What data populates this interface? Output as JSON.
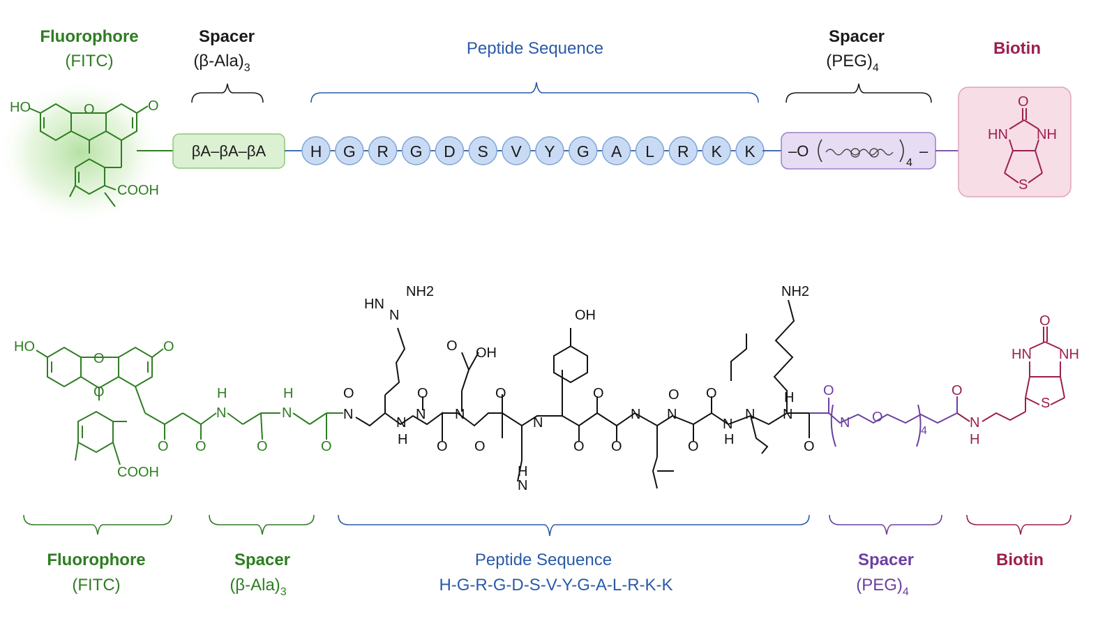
{
  "colors": {
    "fluorophore": "#2e7d22",
    "spacer_beta": "#1a1a1a",
    "peptide": "#2a5aa8",
    "spacer_peg": "#6b3fa0",
    "biotin": "#9c1e4e",
    "structure": "#111111"
  },
  "top": {
    "fluorophore_label": [
      "Fluorophore",
      "(FITC)"
    ],
    "spacer1_label": [
      "Spacer",
      "(β-Ala)",
      "3"
    ],
    "peptide_label": "Peptide Sequence",
    "spacer2_label": [
      "Spacer",
      "(PEG)",
      "4"
    ],
    "biotin_label": "Biotin",
    "fitc_atoms": [
      "HO",
      "O",
      "O",
      "COOH"
    ],
    "beta_ala_box": "βA–βA–βA",
    "residues": [
      "H",
      "G",
      "R",
      "G",
      "D",
      "S",
      "V",
      "Y",
      "G",
      "A",
      "L",
      "R",
      "K",
      "K"
    ],
    "peg_box": [
      "–O",
      "4",
      "–"
    ],
    "biotin_atoms": [
      "O",
      "HN",
      "NH",
      "S"
    ]
  },
  "bottom": {
    "fitc_atoms": [
      "HO",
      "O",
      "O",
      "O",
      "COOH"
    ],
    "atoms": [
      "H",
      "N",
      "H",
      "N",
      "O",
      "N",
      "NH2",
      "HN",
      "N",
      "OH",
      "O",
      "NH2",
      "O",
      "OH"
    ],
    "peg_subscript": "4",
    "biotin_atoms": [
      "O",
      "HN",
      "NH",
      "S",
      "N",
      "H"
    ],
    "labels": {
      "fluorophore": [
        "Fluorophore",
        "(FITC)"
      ],
      "spacer1": [
        "Spacer",
        "(β-Ala)",
        "3"
      ],
      "peptide": [
        "Peptide Sequence",
        "H-G-R-G-D-S-V-Y-G-A-L-R-K-K"
      ],
      "spacer2": [
        "Spacer",
        "(PEG)",
        "4"
      ],
      "biotin": "Biotin"
    }
  }
}
